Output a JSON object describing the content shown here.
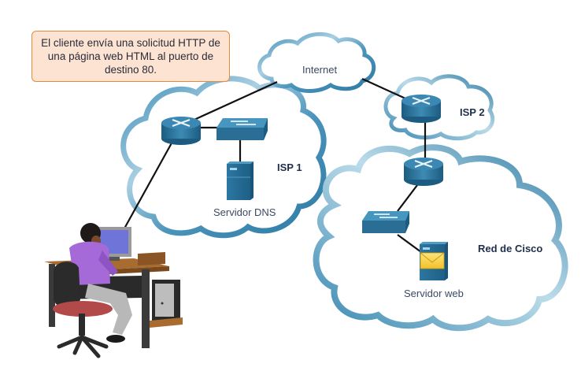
{
  "callout": {
    "text": "El cliente envía una solicitud HTTP de una página web HTML al puerto de destino 80."
  },
  "clouds": {
    "internet": "Internet",
    "isp1": "ISP 1",
    "isp2": "ISP 2",
    "cisco": "Red de Cisco"
  },
  "devices": {
    "dns_server": "Servidor DNS",
    "web_server": "Servidor web"
  },
  "colors": {
    "callout_bg": "#fde4d2",
    "callout_border": "#e58a3c",
    "cloud_dark": "#2f7fa8",
    "cloud_light": "#b9d9e8",
    "device_blue": "#2a6e96",
    "link": "#111111"
  }
}
